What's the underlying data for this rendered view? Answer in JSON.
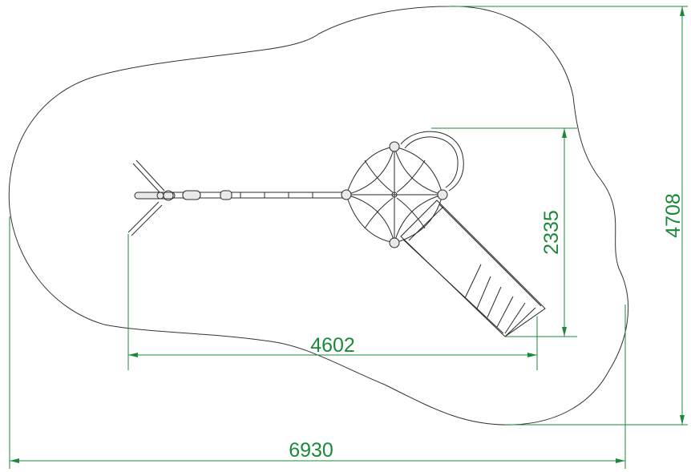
{
  "colors": {
    "dimension_line": "#1a8a3a",
    "outline": "#333333"
  },
  "dimensions": {
    "total_width": "6930",
    "total_height": "4708",
    "equipment_width": "4602",
    "equipment_height": "2335"
  }
}
